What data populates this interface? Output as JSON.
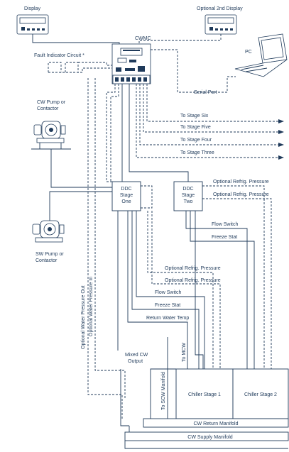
{
  "labels": {
    "display": "Display",
    "optional_display": "Optional 2nd Display",
    "cwmc": "CWMC",
    "fault_circuit": "Fault Indicator Circuit *",
    "pc": "PC",
    "serial_port": "Serial Port",
    "cw_pump": [
      "CW Pump or",
      "Contactor"
    ],
    "sw_pump": [
      "SW Pump or",
      "Contactor"
    ],
    "stages": [
      "To Stage Six",
      "To Stage Five",
      "To Stage Four",
      "To Stage Three"
    ],
    "ddc1": [
      "DDC",
      "Stage",
      "One"
    ],
    "ddc2": [
      "DDC",
      "Stage",
      "Two"
    ],
    "opt_refrig_pressure": "Optional Refrig. Pressure",
    "flow_switch": "Flow Switch",
    "freeze_stat": "Freeze Stat",
    "return_water_temp": "Return Water Temp",
    "opt_water_pressure_out": "Optional Water Pressure Out",
    "opt_water_pressure_in": "Optional Water Pressure In",
    "mixed_cw": [
      "Mixed CW",
      "Output"
    ],
    "to_scw_manifold": "To SCW Manifold",
    "to_mcw": "To MCW",
    "chiller1": "Chiller Stage 1",
    "chiller2": "Chiller Stage 2",
    "return_manifold": "CW Return Manifold",
    "supply_manifold": "CW Supply Manifold"
  }
}
